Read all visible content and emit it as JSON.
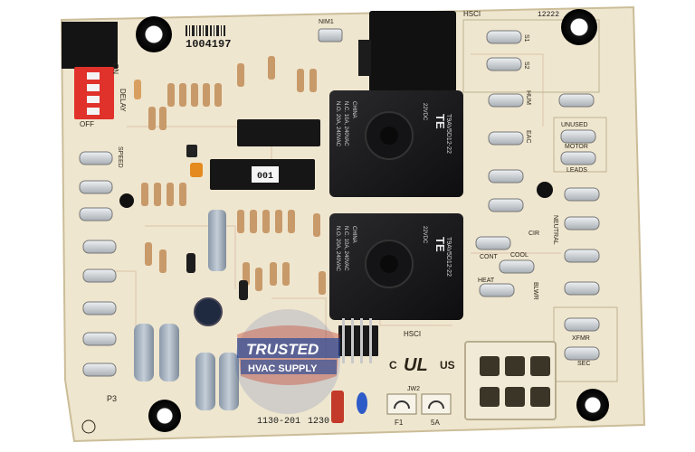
{
  "board": {
    "part_number": "1004197",
    "bottom_code": "1130-201",
    "bottom_code2": "1230",
    "ic_label": "001",
    "serial": "12222",
    "colors": {
      "pcb": "#efe6cf",
      "pcb_edge": "#d9ceb0",
      "trace": "#d8b8a0",
      "relay": "#1b1b1d",
      "spade": "#cdd2d6",
      "dip": "#e0312b",
      "connector": "#f1ead6"
    }
  },
  "labels": {
    "delay": "DELAY",
    "on": "ON",
    "off": "OFF",
    "speed": "SPEED",
    "hsci_top": "HSCI",
    "hsci_mid": "HSCI",
    "hum": "HUM",
    "eac": "EAC",
    "unused": "UNUSED",
    "motor": "MOTOR",
    "leads": "LEADS",
    "neutral": "NEUTRAL",
    "cir": "CIR",
    "cont": "CONT",
    "cool": "COOL",
    "heat": "HEAT",
    "blwr": "BLWR",
    "xfmr": "XFMR",
    "sec": "SEC",
    "s1": "S1",
    "s2": "S2",
    "p3": "P3",
    "jw2": "JW2",
    "f1": "F1",
    "sa": "5A",
    "c": "C",
    "us": "US",
    "ul": "UL",
    "nimi": "NIM1"
  },
  "relays": [
    {
      "brand": "TE",
      "model": "T9AV5D12-22",
      "rating1": "N.O. 20A, 240VAC",
      "rating2": "N.C. 10A, 240VAC",
      "coil": "22VDC",
      "origin": "CHINA"
    },
    {
      "brand": "TE",
      "model": "T9AV5D12-22",
      "rating1": "N.O. 20A, 240VAC",
      "rating2": "N.C. 10A, 240VAC",
      "coil": "22VDC",
      "origin": "CHINA"
    }
  ],
  "watermark": {
    "line1": "TRUSTED",
    "line2": "HVAC SUPPLY"
  }
}
